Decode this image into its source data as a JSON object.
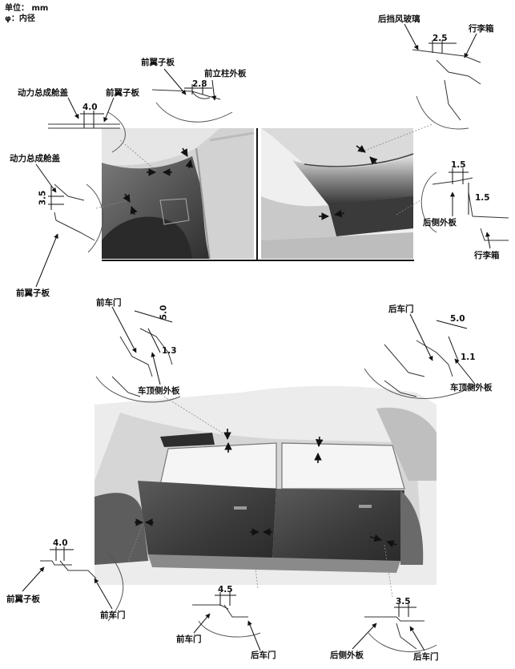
{
  "legend": {
    "unit": "单位： mm",
    "phi": "φ：内径"
  },
  "colors": {
    "panel_dark": "#3f3f3f",
    "panel_mid": "#6e6e6e",
    "body_light": "#dcdcdc",
    "line": "#111111"
  },
  "labels": {
    "power_hood": "动力总成舱盖",
    "front_fender": "前翼子板",
    "front_pillar_outer": "前立柱外板",
    "rear_windshield": "后挡风玻璃",
    "trunk": "行李箱",
    "rear_side_outer": "后侧外板",
    "front_door": "前车门",
    "rear_door": "后车门",
    "roof_side_outer": "车顶侧外板"
  },
  "gaps": {
    "hood_fender_top": "4.0",
    "fender_pillar": "2.8",
    "hood_fender_side": "3.5",
    "windshield_trunk": "2.5",
    "rear_side_trunk_h": "1.5",
    "rear_side_trunk_v": "1.5",
    "front_door_roof_h": "5.0",
    "front_door_roof_v": "1.3",
    "rear_door_roof_h": "5.0",
    "rear_door_roof_v": "1.1",
    "fender_front_door": "4.0",
    "front_rear_door": "4.5",
    "rear_door_rear_side": "3.5"
  }
}
